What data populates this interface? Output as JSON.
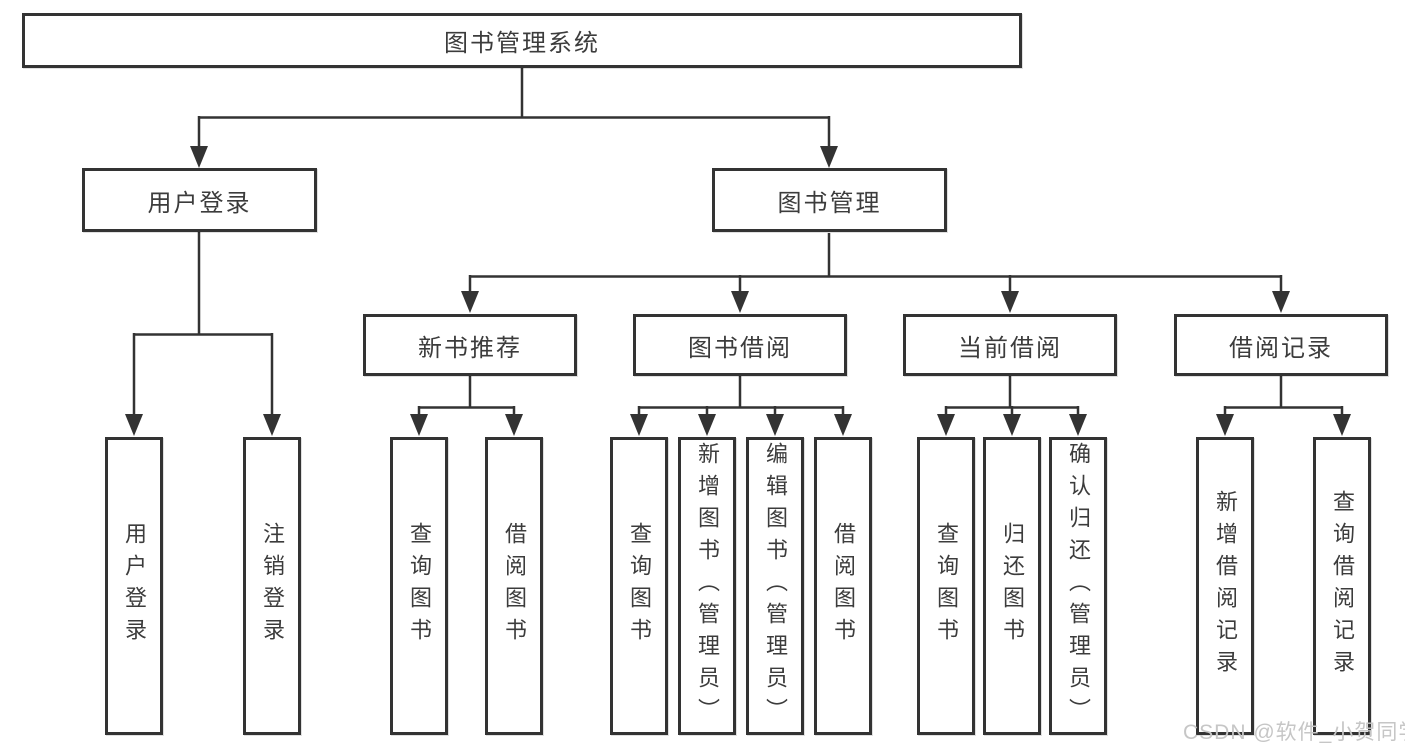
{
  "tree": {
    "root": {
      "label": "图书管理系统"
    },
    "branches": [
      {
        "label": "用户登录",
        "children": [
          {
            "label": "用户登录"
          },
          {
            "label": "注销登录"
          }
        ]
      },
      {
        "label": "图书管理",
        "children": [
          {
            "label": "新书推荐",
            "children": [
              {
                "label": "查询图书"
              },
              {
                "label": "借阅图书"
              }
            ]
          },
          {
            "label": "图书借阅",
            "children": [
              {
                "label": "查询图书"
              },
              {
                "label": "新增图书（管理员）"
              },
              {
                "label": "编辑图书（管理员）"
              },
              {
                "label": "借阅图书"
              }
            ]
          },
          {
            "label": "当前借阅",
            "children": [
              {
                "label": "查询图书"
              },
              {
                "label": "归还图书"
              },
              {
                "label": "确认归还（管理员）"
              }
            ]
          },
          {
            "label": "借阅记录",
            "children": [
              {
                "label": "新增借阅记录"
              },
              {
                "label": "查询借阅记录"
              }
            ]
          }
        ]
      }
    ]
  },
  "watermark": "CSDN @软件_小贺同学",
  "colors": {
    "line": "#333333",
    "box_border": "#333333",
    "text": "#3c3c3c",
    "watermark": "#c6c6c6",
    "background": "#ffffff"
  }
}
